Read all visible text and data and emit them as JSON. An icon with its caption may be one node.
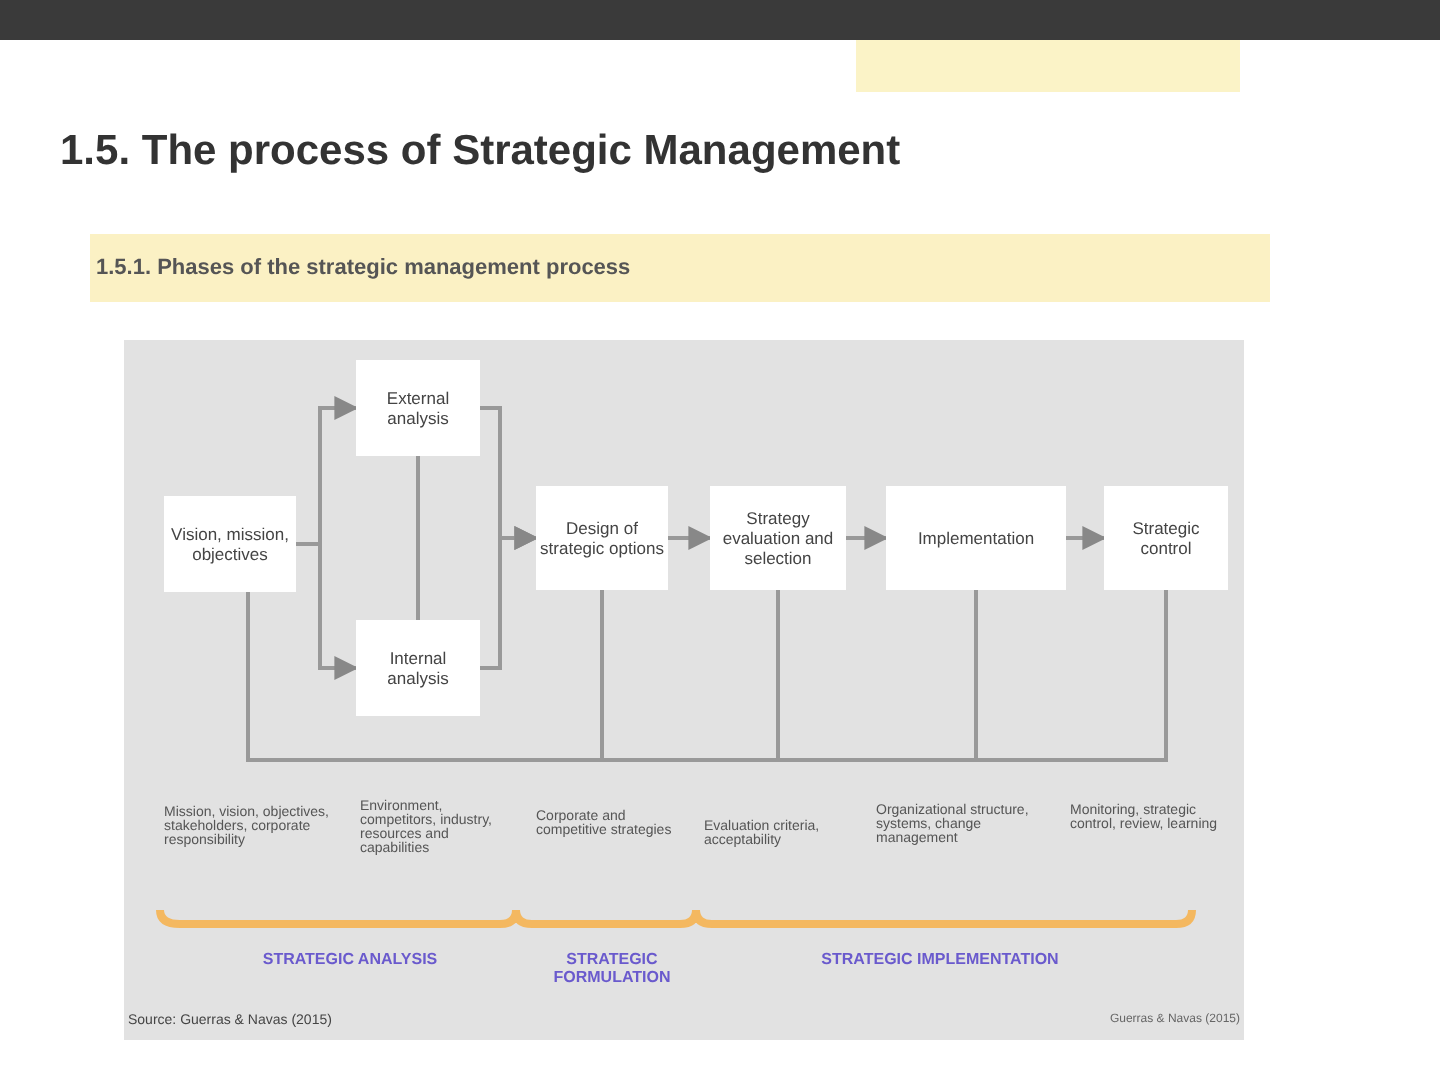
{
  "diagram": {
    "title": "1.5. The process of Strategic Management",
    "nodes": [
      {
        "text": [
          "Vision, mission, objectives"
        ]
      },
      {
        "text": [
          "External analysis"
        ]
      },
      {
        "text": [
          "Internal analysis"
        ]
      },
      {
        "text": [
          "Design of strategic options"
        ]
      },
      {
        "text": [
          "Strategy evaluation and selection"
        ]
      },
      {
        "text": [
          "Implementation"
        ]
      },
      {
        "text": [
          "Strategic control"
        ]
      }
    ],
    "edges": [
      {
        "from": 0,
        "to": 1,
        "arrow": "to"
      },
      {
        "from": 0,
        "to": 2,
        "arrow": "to"
      },
      {
        "from": 1,
        "to": 2,
        "arrow": "none"
      },
      {
        "from": 1,
        "to": 3,
        "arrow": "to"
      },
      {
        "from": 2,
        "to": 3,
        "arrow": "to"
      },
      {
        "from": 3,
        "to": 4,
        "arrow": "to"
      },
      {
        "from": 4,
        "to": 5,
        "arrow": "to"
      },
      {
        "from": 5,
        "to": 6,
        "arrow": "to"
      },
      {
        "from": 3,
        "to": 0,
        "arrow": "none"
      },
      {
        "from": 4,
        "to": 0,
        "arrow": "none"
      },
      {
        "from": 5,
        "to": 0,
        "arrow": "none"
      },
      {
        "from": 6,
        "to": 0,
        "arrow": "none"
      }
    ],
    "labels": [
      "1.5.1. Phases of the strategic management process",
      "Mission, vision, objectives, stakeholders, corporate responsibility",
      "Environment, competitors, industry, resources and capabilities",
      "Corporate and competitive strategies",
      "Evaluation criteria, acceptability",
      "Organizational structure, systems, change management",
      "Monitoring, strategic control, review, learning",
      "STRATEGIC ANALYSIS",
      "STRATEGIC FORMULATION",
      "STRATEGIC IMPLEMENTATION",
      "Source: Guerras & Navas (2015)",
      "Guerras & Navas (2015)"
    ]
  }
}
